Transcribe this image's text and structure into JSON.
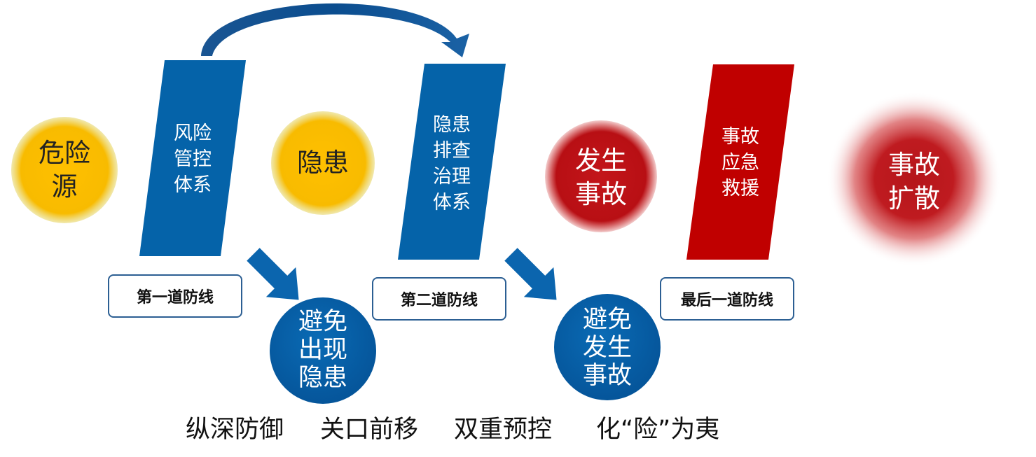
{
  "colors": {
    "yellow": "#f5b800",
    "blue": "#0563a9",
    "red": "#c00000",
    "box_border": "#2c5f93"
  },
  "nodes": {
    "hazard_source": "危险\n源",
    "hidden_danger": "隐患",
    "accident_occurs": "发生\n事故",
    "accident_spread": "事故\n扩散"
  },
  "panels": {
    "risk_control": "风险\n管控\n体系",
    "hazard_governance": "隐患\n排查\n治理\n体系",
    "emergency_rescue": "事故\n应急\n救援"
  },
  "defense_lines": {
    "first": "第一道防线",
    "second": "第二道防线",
    "last": "最后一道防线"
  },
  "outcomes": {
    "avoid_hazards": "避免\n出现\n隐患",
    "avoid_accidents": "避免\n发生\n事故"
  },
  "slogans": [
    "纵深防御",
    "关口前移",
    "双重预控",
    "化“险”为夷"
  ]
}
